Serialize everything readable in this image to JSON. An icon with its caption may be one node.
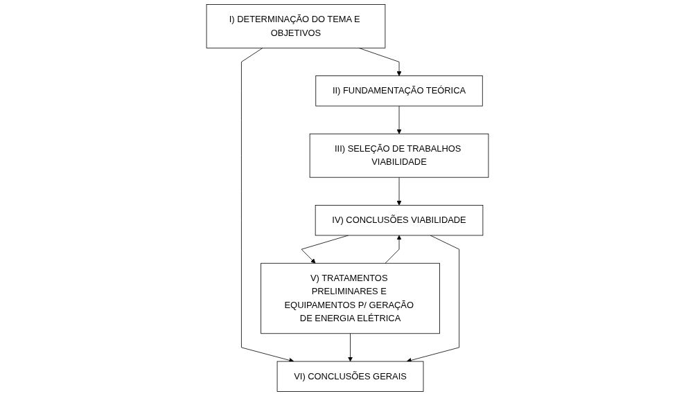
{
  "diagram": {
    "nodes": [
      {
        "text": [
          "I) DETERMINAÇÃO DO TEMA E OBJETIVOS"
        ]
      },
      {
        "text": [
          "VI) CONCLUSÕES GERAIS"
        ]
      },
      {
        "text": [
          "II) FUNDAMENTAÇÃO TEÓRICA"
        ]
      },
      {
        "text": [
          "V) TRATAMENTOS PRELIMINARES E EQUIPAMENTOS P/ GERAÇÃO DE ENERGIA ELÉTRICA"
        ]
      },
      {
        "text": [
          "III) SELEÇÃO DE TRABALHOS VIABILIDADE"
        ]
      },
      {
        "text": [
          "IV) CONCLUSÕES VIABILIDADE"
        ]
      }
    ],
    "edges": [
      {
        "from": 0,
        "to": 1,
        "arrow": "to"
      },
      {
        "from": 0,
        "to": 2,
        "arrow": "to"
      },
      {
        "from": 2,
        "to": 4,
        "arrow": "to"
      },
      {
        "from": 4,
        "to": 5,
        "arrow": "to"
      },
      {
        "from": 5,
        "to": 3,
        "arrow": "to"
      },
      {
        "from": 3,
        "to": 1,
        "arrow": "to"
      },
      {
        "from": 3,
        "to": 5,
        "arrow": "to"
      },
      {
        "from": 5,
        "to": 1,
        "arrow": "to"
      }
    ]
  }
}
